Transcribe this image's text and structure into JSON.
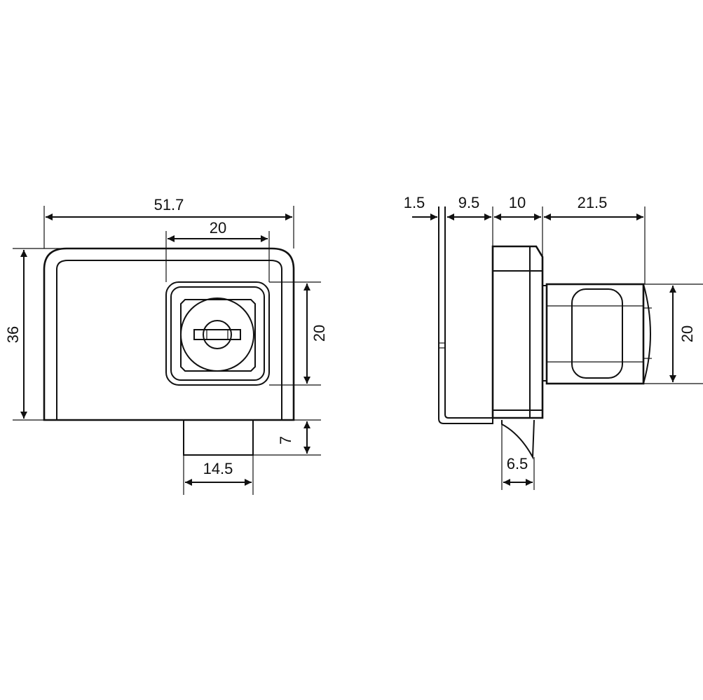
{
  "front_view": {
    "width_total": "51.7",
    "height_total": "36",
    "lock_width": "20",
    "lock_height": "20",
    "tab_width": "14.5",
    "tab_height": "7"
  },
  "side_view": {
    "plate_thickness": "1.5",
    "gap_to_body": "9.5",
    "body_depth": "10",
    "cylinder_length": "21.5",
    "cylinder_height": "20",
    "cam_width": "6.5"
  }
}
